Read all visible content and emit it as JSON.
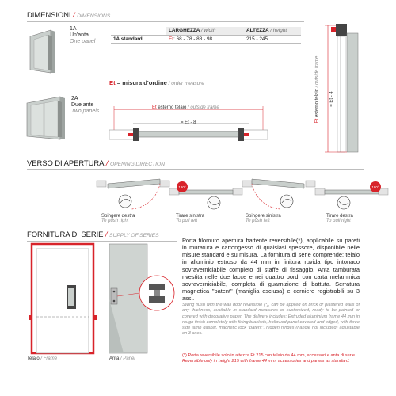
{
  "dimensions": {
    "title": "DIMENSIONI",
    "title_en": "DIMENSIONS",
    "one_panel": {
      "code": "1A",
      "it": "Un'anta",
      "en": "One panel"
    },
    "two_panels": {
      "code": "2A",
      "it": "Due ante",
      "en": "Two panels"
    },
    "table": {
      "width_header": "LARGHEZZA",
      "width_header_en": "width",
      "height_header": "ALTEZZA",
      "height_header_en": "height",
      "row_label": "1A standard",
      "width_prefix": "Et",
      "width_values": ": 68 - 78 - 88 - 98",
      "height_values": "215 - 245"
    },
    "et_prefix": "Et",
    "et_def": " = misura d'ordine",
    "et_def_en": "order measure",
    "frame_et": "Et",
    "frame_label": " esterno telaio",
    "frame_label_en": "outside frame",
    "inner_width": "= Et - 8",
    "side_et": "Et",
    "side_label": " esterno telaio",
    "side_label_en": "outside frame",
    "side_inner": "= Et - 4"
  },
  "opening": {
    "title": "VERSO DI APERTURA",
    "title_en": "OPENING DIRECTION",
    "angle": "180°",
    "items": [
      {
        "it": "Spingere destra",
        "en": "To push right"
      },
      {
        "it": "Tirare sinistra",
        "en": "To pull left"
      },
      {
        "it": "Spingere sinistra",
        "en": "To push left"
      },
      {
        "it": "Tirare destra",
        "en": "To pull right"
      }
    ]
  },
  "supply": {
    "title": "FORNITURA DI SERIE",
    "title_en": "SUPPLY OF SERIES",
    "frame_caption": "Telaio",
    "frame_caption_en": "Frame",
    "panel_caption": "Anta",
    "panel_caption_en": "Panel",
    "description_it": "Porta filomuro apertura battente reversibile(*), applicabile su pareti in muratura e cartongesso di qualsiasi spessore, disponibile nelle misure standard e su misura. La fornitura di serie comprende: telaio in alluminio estruso da 44 mm in finitura ruvida tipo intonaco sovraverniciabile completo di staffe di fissaggio. Anta tamburata rivestita nelle due facce e nei quattro bordi con carta melaminica sovraverniciabile, completa di guarnizione di battuta. Serratura magnetica \"patent\" (maniglia esclusa) e cerniere registrabili su 3 assi.",
    "description_en": "Swing flush with the wall door reversible (*), can be applied on brick or plastered walls of any thickness, available in standard measures or customized, ready to be painted or covered with decorative paper. The delivery includes: Extruded aluminium frame 44 mm in rough finish completely with fixing brackets, hollowed panel covered and edged, with three side jamb gasket, magnetic lock \"patent\", hidden hinges (handle not included) adjustable on 3 axes.",
    "note_it": "(*) Porta reversibile solo in altezza Et 215 con telaio da 44 mm, accessori e anta di serie.",
    "note_en": "Reversible only in height 215 with frame 44 mm, accessories and panels as standard."
  },
  "colors": {
    "accent_red": "#d8232a",
    "panel_grey": "#cfd4d1",
    "frame_grey": "#8e9290",
    "dark": "#333333",
    "header_bg": "#ececec"
  }
}
